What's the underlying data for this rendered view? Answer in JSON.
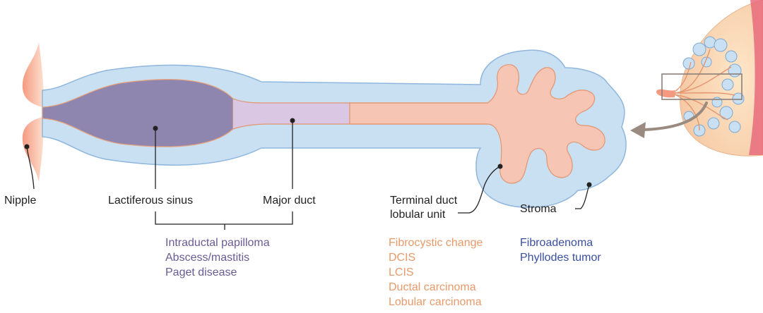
{
  "labels": {
    "nipple": "Nipple",
    "lactiferous_sinus": "Lactiferous sinus",
    "major_duct": "Major duct",
    "terminal_duct_line1": "Terminal duct",
    "terminal_duct_line2": "lobular unit",
    "stroma": "Stroma"
  },
  "conditions": {
    "duct": {
      "color": "#6b5b95",
      "items": [
        "Intraductal papilloma",
        "Abscess/mastitis",
        "Paget disease"
      ]
    },
    "tdlu": {
      "color": "#e89a6a",
      "items": [
        "Fibrocystic change",
        "DCIS",
        "LCIS",
        "Ductal carcinoma",
        "Lobular carcinoma"
      ]
    },
    "stroma": {
      "color": "#3a4fa0",
      "items": [
        "Fibroadenoma",
        "Phyllodes tumor"
      ]
    }
  },
  "colors": {
    "stroma_fill": "#c9dff2",
    "stroma_edge": "#8fb6dd",
    "sinus_fill": "#8e86ae",
    "duct_fill": "#d9c7e3",
    "lobule_fill": "#f6c5b3",
    "nipple_fill": "#f7b59c",
    "arrow": "#9a8a80"
  }
}
